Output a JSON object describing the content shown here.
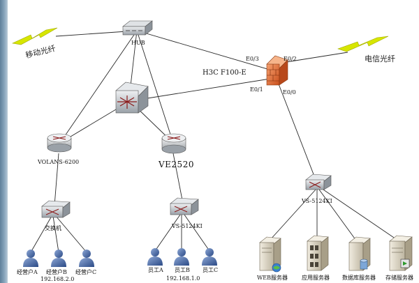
{
  "labels": {
    "mobile_fiber": "移动光纤",
    "telecom_fiber": "电信光纤",
    "hub": "HUB",
    "firewall": "H3C F100-E",
    "port_e03": "E0/3",
    "port_e02": "E0/2",
    "port_e01": "E0/1",
    "port_e00": "E0/0",
    "router_left": "VOLANS-6200",
    "router_mid": "VE2520",
    "switch_left": "交换机",
    "switch_mid": "VS-5124KI",
    "switch_right": "VS-5124KI",
    "user_a": "经营户A",
    "user_b": "经营户B",
    "user_c": "经营户C",
    "staff_a": "员工A",
    "staff_b": "员工B",
    "staff_c": "员工C",
    "subnet_left": "192.168.2.0",
    "subnet_mid": "192.168.1.0",
    "server_web": "WEB服务器",
    "server_app": "应用服务器",
    "server_db": "数据库服务器",
    "server_storage": "存储服务器"
  },
  "colors": {
    "line": "#2a2a2a",
    "firewall": "#e8703c",
    "device": "#c9ced4",
    "user": "#3f5f9a",
    "server": "#d9d2c0",
    "lightning": "#d7e600"
  }
}
